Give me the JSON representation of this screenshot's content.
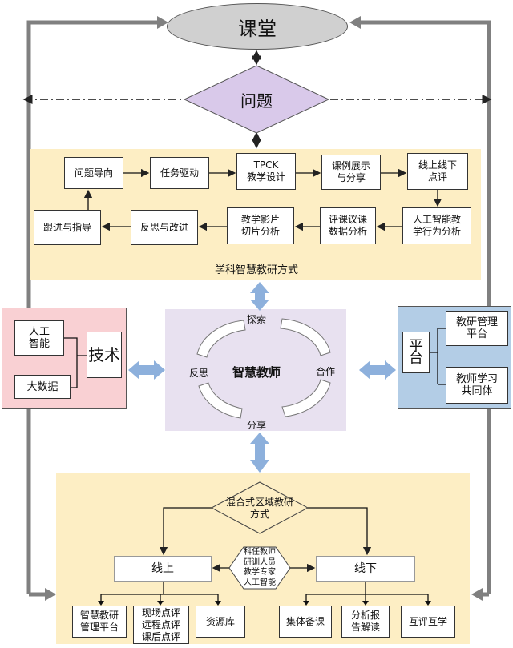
{
  "top": {
    "classroom": "课堂",
    "problem": "问题"
  },
  "methods": {
    "caption": "学科智慧教研方式",
    "row1": [
      "问题导向",
      "任务驱动",
      "TPCK\n教学设计",
      "课例展示\n与分享",
      "线上线下\n点评"
    ],
    "row2": [
      "跟进与指导",
      "反思与改进",
      "教学影片\n切片分析",
      "评课议课\n数据分析",
      "人工智能教\n学行为分析"
    ]
  },
  "tech": {
    "title": "技术",
    "items": [
      "人工\n智能",
      "大数据"
    ]
  },
  "platform": {
    "title": "平台",
    "items": [
      "教研管理\n平台",
      "教师学习\n共同体"
    ]
  },
  "center": {
    "title": "智慧教师",
    "top": "探索",
    "right": "合作",
    "bottom": "分享",
    "left": "反思"
  },
  "regional": {
    "title": "混合式区域教研\n方式",
    "participants": "科任教师\n研训人员\n教学专家\n人工智能",
    "online": "线上",
    "offline": "线下",
    "online_items": [
      "智慧教研\n管理平台",
      "现场点评\n远程点评\n课后点评",
      "资源库"
    ],
    "offline_items": [
      "集体备课",
      "分析报\n告解读",
      "互评互学"
    ]
  }
}
